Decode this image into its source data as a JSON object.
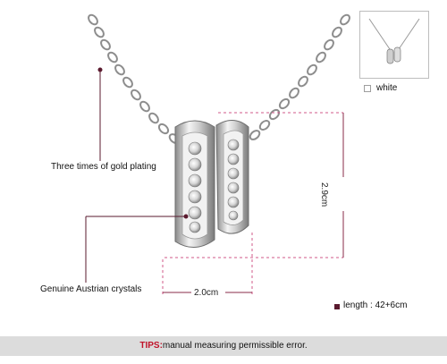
{
  "thumbnail": {
    "color_label": "white"
  },
  "callouts": {
    "plating": "Three times of gold plating",
    "crystals": "Genuine Austrian crystals"
  },
  "dimensions": {
    "width": "2.0cm",
    "height": "2.9cm"
  },
  "length_label": "length : 42+6cm",
  "tips": {
    "key": "TIPS:",
    "text": "manual measuring permissible error."
  },
  "colors": {
    "accent_maroon": "#5a1a2e",
    "tips_red": "#c0142a",
    "dimension_pink": "#d05a8a",
    "tips_bar": "#dcdcdc"
  },
  "icons": [
    "pendant-necklace-image",
    "thumbnail-necklace-image",
    "color-swatch-icon",
    "length-bullet-icon"
  ]
}
